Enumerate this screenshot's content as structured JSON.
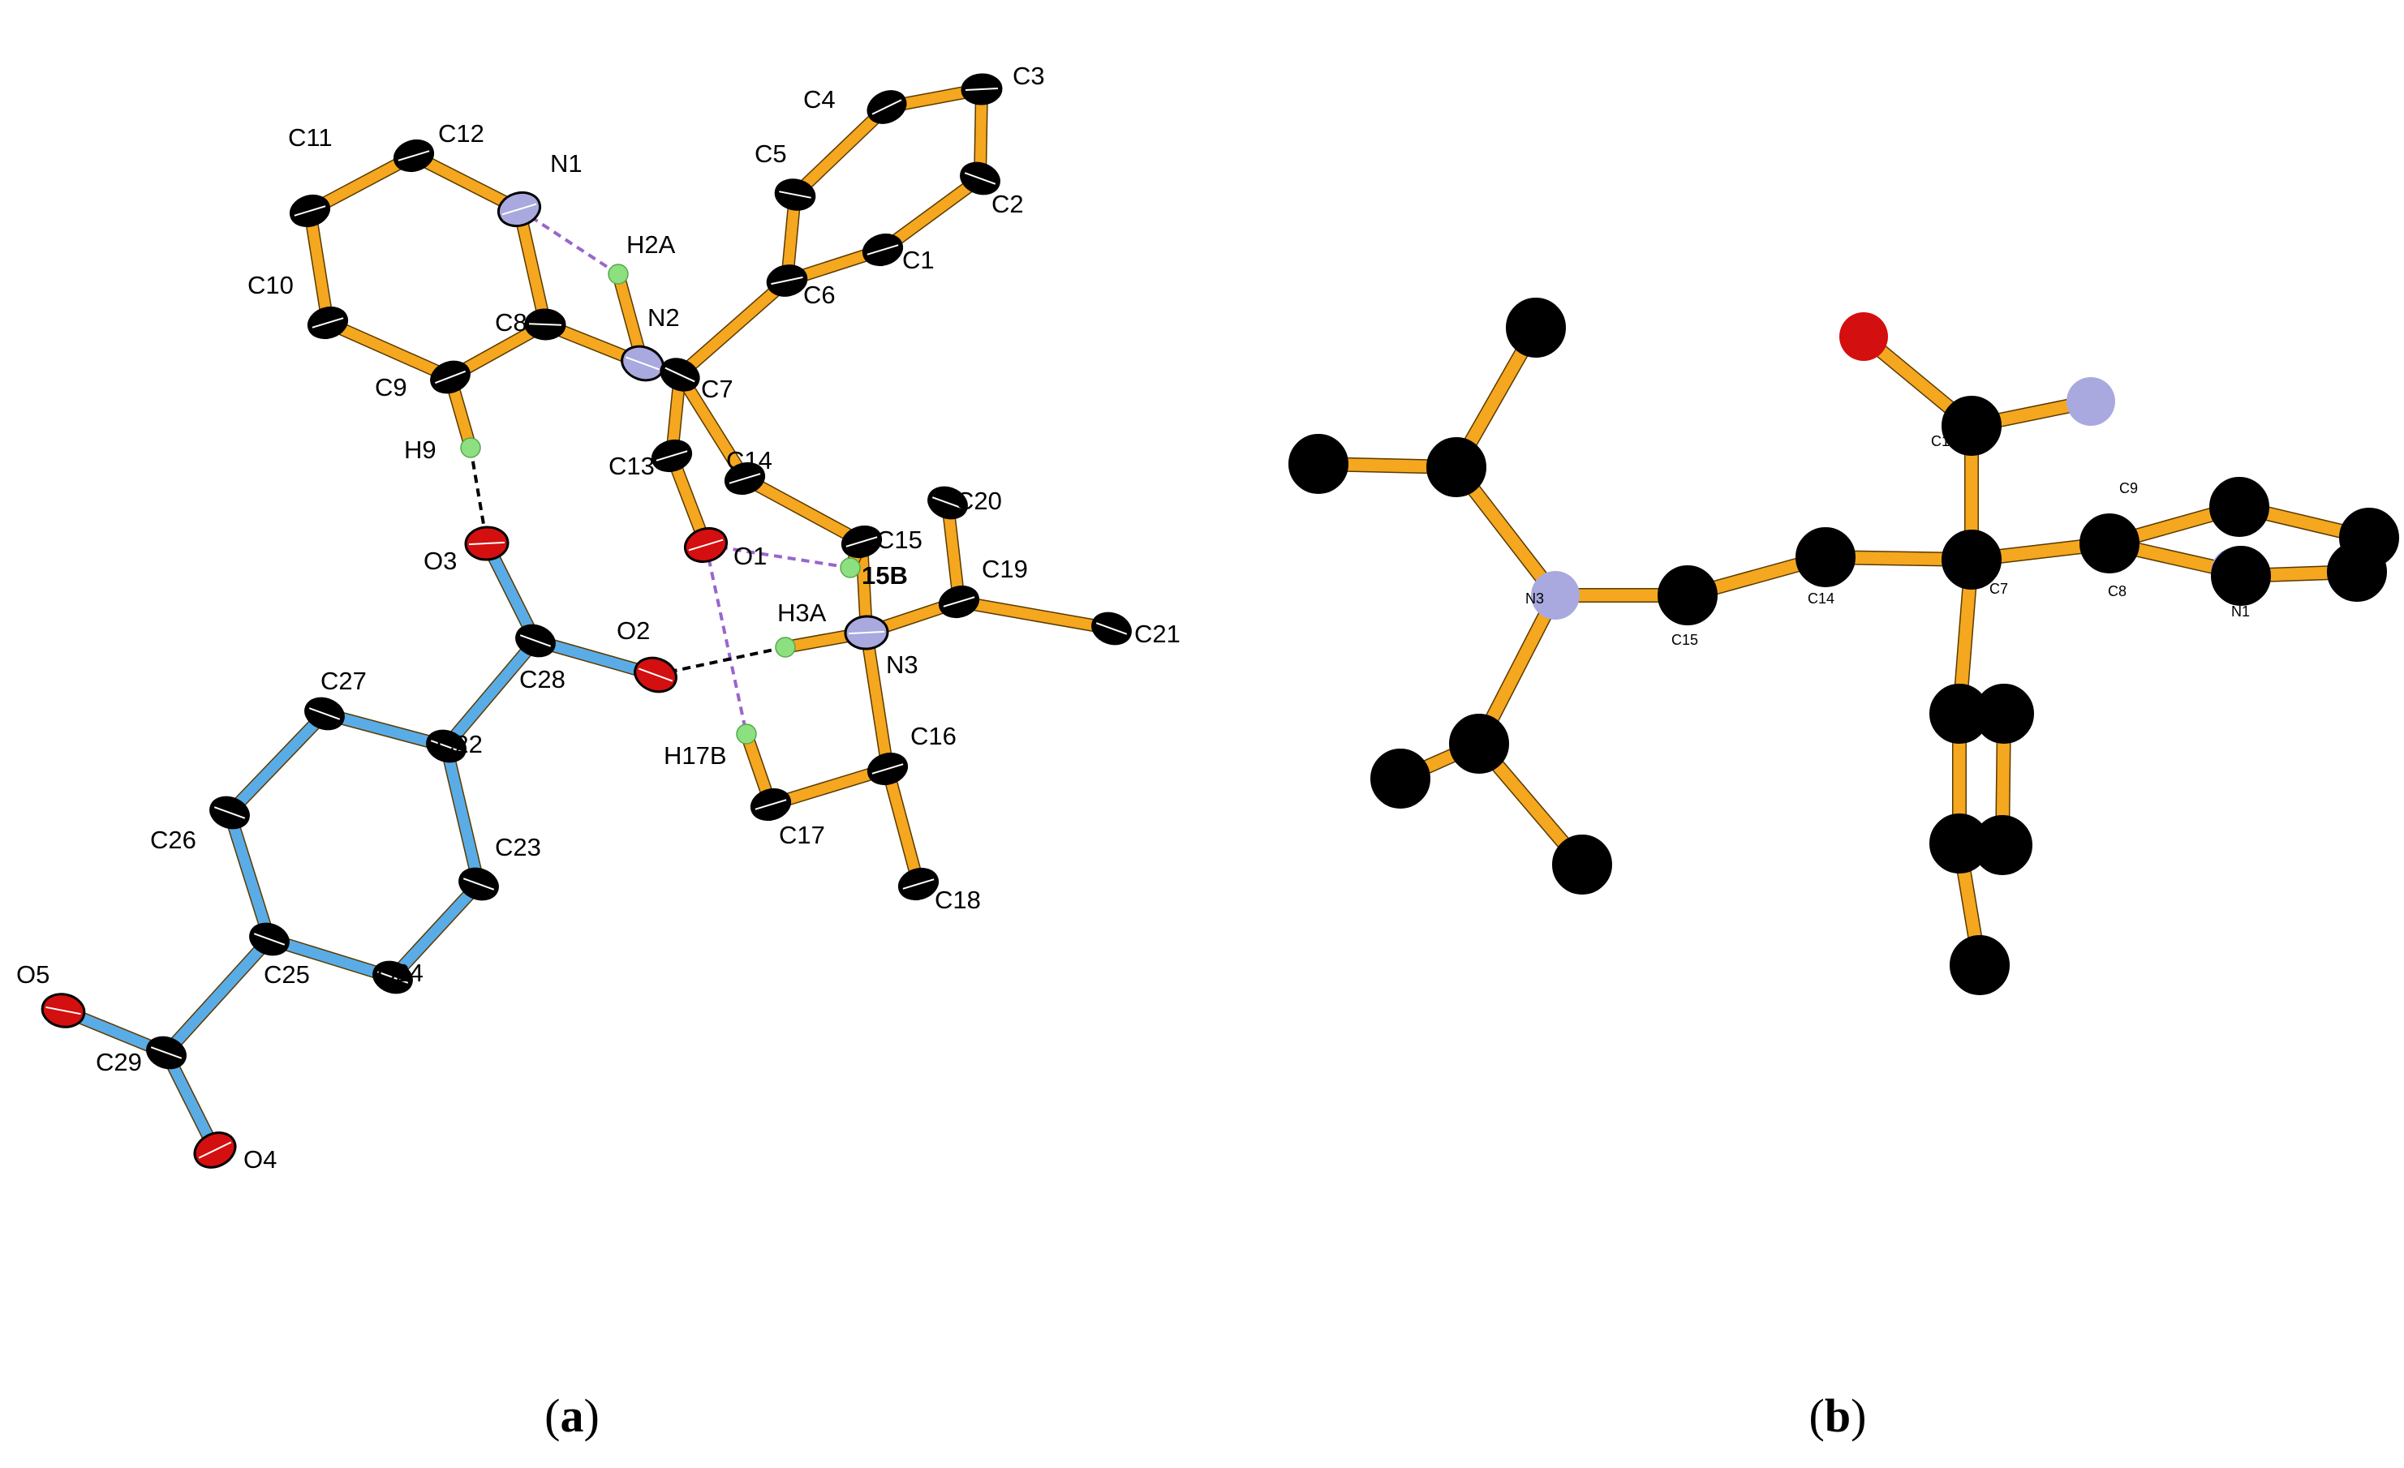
{
  "panels": [
    {
      "id": "a",
      "caption": {
        "open": "(",
        "letter": "a",
        "close": ")"
      },
      "atoms": [
        {
          "id": "N1",
          "label": "N1",
          "el": "N"
        },
        {
          "id": "C12",
          "label": "C12",
          "el": "C"
        },
        {
          "id": "C11",
          "label": "C11",
          "el": "C"
        },
        {
          "id": "C10",
          "label": "C10",
          "el": "C"
        },
        {
          "id": "C9",
          "label": "C9",
          "el": "C"
        },
        {
          "id": "C8",
          "label": "C8",
          "el": "C"
        },
        {
          "id": "N2",
          "label": "N2",
          "el": "N"
        },
        {
          "id": "H2A",
          "label": "H2A",
          "el": "H"
        },
        {
          "id": "C7",
          "label": "C7",
          "el": "C"
        },
        {
          "id": "C6",
          "label": "C6",
          "el": "C"
        },
        {
          "id": "C5",
          "label": "C5",
          "el": "C"
        },
        {
          "id": "C4",
          "label": "C4",
          "el": "C"
        },
        {
          "id": "C3",
          "label": "C3",
          "el": "C"
        },
        {
          "id": "C2",
          "label": "C2",
          "el": "C"
        },
        {
          "id": "C1",
          "label": "C1",
          "el": "C"
        },
        {
          "id": "C13",
          "label": "C13",
          "el": "C"
        },
        {
          "id": "O1",
          "label": "O1",
          "el": "O"
        },
        {
          "id": "C14",
          "label": "C14",
          "el": "C"
        },
        {
          "id": "C15",
          "label": "C15",
          "el": "C"
        },
        {
          "id": "H15B",
          "label": "15B",
          "el": "H"
        },
        {
          "id": "N3",
          "label": "N3",
          "el": "N"
        },
        {
          "id": "H3A",
          "label": "H3A",
          "el": "H"
        },
        {
          "id": "C19",
          "label": "C19",
          "el": "C"
        },
        {
          "id": "C20",
          "label": "C20",
          "el": "C"
        },
        {
          "id": "C21",
          "label": "C21",
          "el": "C"
        },
        {
          "id": "C16",
          "label": "C16",
          "el": "C"
        },
        {
          "id": "C17",
          "label": "C17",
          "el": "C"
        },
        {
          "id": "H17B",
          "label": "H17B",
          "el": "H"
        },
        {
          "id": "C18",
          "label": "C18",
          "el": "C"
        },
        {
          "id": "H9",
          "label": "H9",
          "el": "H"
        },
        {
          "id": "O3",
          "label": "O3",
          "el": "O"
        },
        {
          "id": "C28",
          "label": "C28",
          "el": "C"
        },
        {
          "id": "O2",
          "label": "O2",
          "el": "O"
        },
        {
          "id": "C22",
          "label": "C22",
          "el": "C"
        },
        {
          "id": "C27",
          "label": "C27",
          "el": "C"
        },
        {
          "id": "C26",
          "label": "C26",
          "el": "C"
        },
        {
          "id": "C25",
          "label": "C25",
          "el": "C"
        },
        {
          "id": "C24",
          "label": "C24",
          "el": "C"
        },
        {
          "id": "C23",
          "label": "C23",
          "el": "C"
        },
        {
          "id": "C29",
          "label": "C29",
          "el": "C"
        },
        {
          "id": "O5",
          "label": "O5",
          "el": "O"
        },
        {
          "id": "O4",
          "label": "O4",
          "el": "O"
        }
      ],
      "bonds": [
        [
          "N1",
          "C12",
          "o"
        ],
        [
          "C12",
          "C11",
          "o"
        ],
        [
          "C11",
          "C10",
          "o"
        ],
        [
          "C10",
          "C9",
          "o"
        ],
        [
          "C9",
          "C8",
          "o"
        ],
        [
          "C8",
          "N1",
          "o"
        ],
        [
          "C8",
          "N2",
          "o"
        ],
        [
          "N2",
          "C7",
          "o"
        ],
        [
          "N2",
          "H2A",
          "o"
        ],
        [
          "C7",
          "C6",
          "o"
        ],
        [
          "C6",
          "C5",
          "o"
        ],
        [
          "C5",
          "C4",
          "o"
        ],
        [
          "C4",
          "C3",
          "o"
        ],
        [
          "C3",
          "C2",
          "o"
        ],
        [
          "C2",
          "C1",
          "o"
        ],
        [
          "C1",
          "C6",
          "o"
        ],
        [
          "C7",
          "C13",
          "o"
        ],
        [
          "C13",
          "O1",
          "o"
        ],
        [
          "C7",
          "C14",
          "o"
        ],
        [
          "C14",
          "C15",
          "o"
        ],
        [
          "C15",
          "N3",
          "o"
        ],
        [
          "C15",
          "H15B",
          "o"
        ],
        [
          "N3",
          "C19",
          "o"
        ],
        [
          "C19",
          "C20",
          "o"
        ],
        [
          "C19",
          "C21",
          "o"
        ],
        [
          "N3",
          "C16",
          "o"
        ],
        [
          "C16",
          "C17",
          "o"
        ],
        [
          "C16",
          "C18",
          "o"
        ],
        [
          "N3",
          "H3A",
          "o"
        ],
        [
          "C17",
          "H17B",
          "o"
        ],
        [
          "C9",
          "H9",
          "o"
        ],
        [
          "O3",
          "C28",
          "b"
        ],
        [
          "C28",
          "O2",
          "b"
        ],
        [
          "C28",
          "C22",
          "b"
        ],
        [
          "C22",
          "C27",
          "b"
        ],
        [
          "C27",
          "C26",
          "b"
        ],
        [
          "C26",
          "C25",
          "b"
        ],
        [
          "C25",
          "C24",
          "b"
        ],
        [
          "C24",
          "C23",
          "b"
        ],
        [
          "C23",
          "C22",
          "b"
        ],
        [
          "C25",
          "C29",
          "b"
        ],
        [
          "C29",
          "O5",
          "b"
        ],
        [
          "C29",
          "O4",
          "b"
        ]
      ],
      "hbonds": [
        [
          "N1",
          "H2A",
          "purple"
        ],
        [
          "O1",
          "H15B",
          "purple"
        ],
        [
          "O1",
          "H17B",
          "purple"
        ],
        [
          "H9",
          "O3",
          "black"
        ],
        [
          "O2",
          "H3A",
          "black"
        ]
      ]
    },
    {
      "id": "b",
      "caption": {
        "open": "(",
        "letter": "b",
        "close": ")"
      },
      "atoms": [
        {
          "id": "N3",
          "label": "N3",
          "el": "N"
        },
        {
          "id": "Cu1",
          "label": "",
          "el": "C"
        },
        {
          "id": "Cu2",
          "label": "",
          "el": "C"
        },
        {
          "id": "Cu3",
          "label": "",
          "el": "C"
        },
        {
          "id": "Cd1",
          "label": "",
          "el": "C"
        },
        {
          "id": "Cd2",
          "label": "",
          "el": "C"
        },
        {
          "id": "Cd3",
          "label": "",
          "el": "C"
        },
        {
          "id": "C15",
          "label": "C15",
          "el": "C"
        },
        {
          "id": "C14",
          "label": "C14",
          "el": "C"
        },
        {
          "id": "C7",
          "label": "C7",
          "el": "C"
        },
        {
          "id": "C13",
          "label": "C13",
          "el": "C"
        },
        {
          "id": "O",
          "label": "",
          "el": "O"
        },
        {
          "id": "N",
          "label": "",
          "el": "N"
        },
        {
          "id": "C8",
          "label": "C8",
          "el": "C"
        },
        {
          "id": "C9",
          "label": "C9",
          "el": "C"
        },
        {
          "id": "N1",
          "label": "N1",
          "el": "N"
        },
        {
          "id": "Cr1",
          "label": "",
          "el": "C"
        },
        {
          "id": "Cr2",
          "label": "",
          "el": "C"
        },
        {
          "id": "Cr3",
          "label": "",
          "el": "C"
        },
        {
          "id": "Cp1",
          "label": "",
          "el": "C"
        },
        {
          "id": "Cp2",
          "label": "",
          "el": "C"
        },
        {
          "id": "Cp3",
          "label": "",
          "el": "C"
        },
        {
          "id": "Cp4",
          "label": "",
          "el": "C"
        },
        {
          "id": "Cp5",
          "label": "",
          "el": "C"
        }
      ],
      "bonds": [
        [
          "N3",
          "Cu1",
          "o"
        ],
        [
          "Cu1",
          "Cu2",
          "o"
        ],
        [
          "Cu1",
          "Cu3",
          "o"
        ],
        [
          "N3",
          "Cd1",
          "o"
        ],
        [
          "Cd1",
          "Cd2",
          "o"
        ],
        [
          "Cd1",
          "Cd3",
          "o"
        ],
        [
          "N3",
          "C15",
          "o"
        ],
        [
          "C15",
          "C14",
          "o"
        ],
        [
          "C14",
          "C7",
          "o"
        ],
        [
          "C7",
          "C13",
          "o"
        ],
        [
          "C13",
          "O",
          "o"
        ],
        [
          "C13",
          "N",
          "o"
        ],
        [
          "C7",
          "C8",
          "o"
        ],
        [
          "C8",
          "C9",
          "o"
        ],
        [
          "C9",
          "Cr1",
          "o"
        ],
        [
          "Cr1",
          "Cr2",
          "o"
        ],
        [
          "Cr2",
          "Cr3",
          "o"
        ],
        [
          "Cr3",
          "N1",
          "o"
        ],
        [
          "N1",
          "C8",
          "o"
        ],
        [
          "C7",
          "Cp1",
          "o"
        ],
        [
          "Cp1",
          "Cp2",
          "o"
        ],
        [
          "Cp1",
          "Cp3",
          "o"
        ],
        [
          "Cp2",
          "Cp4",
          "o"
        ],
        [
          "Cp3",
          "Cp5",
          "o"
        ]
      ],
      "hbonds": []
    }
  ],
  "colors": {
    "bond_orange": "#f4a71f",
    "bond_blue": "#5aace6",
    "carbon": "#000000",
    "nitrogen": "#a9a9df",
    "oxygen": "#d40f0f",
    "hydrogen": "#8ce07f",
    "hbond_purple": "#9966cc",
    "hbond_black": "#000000"
  }
}
